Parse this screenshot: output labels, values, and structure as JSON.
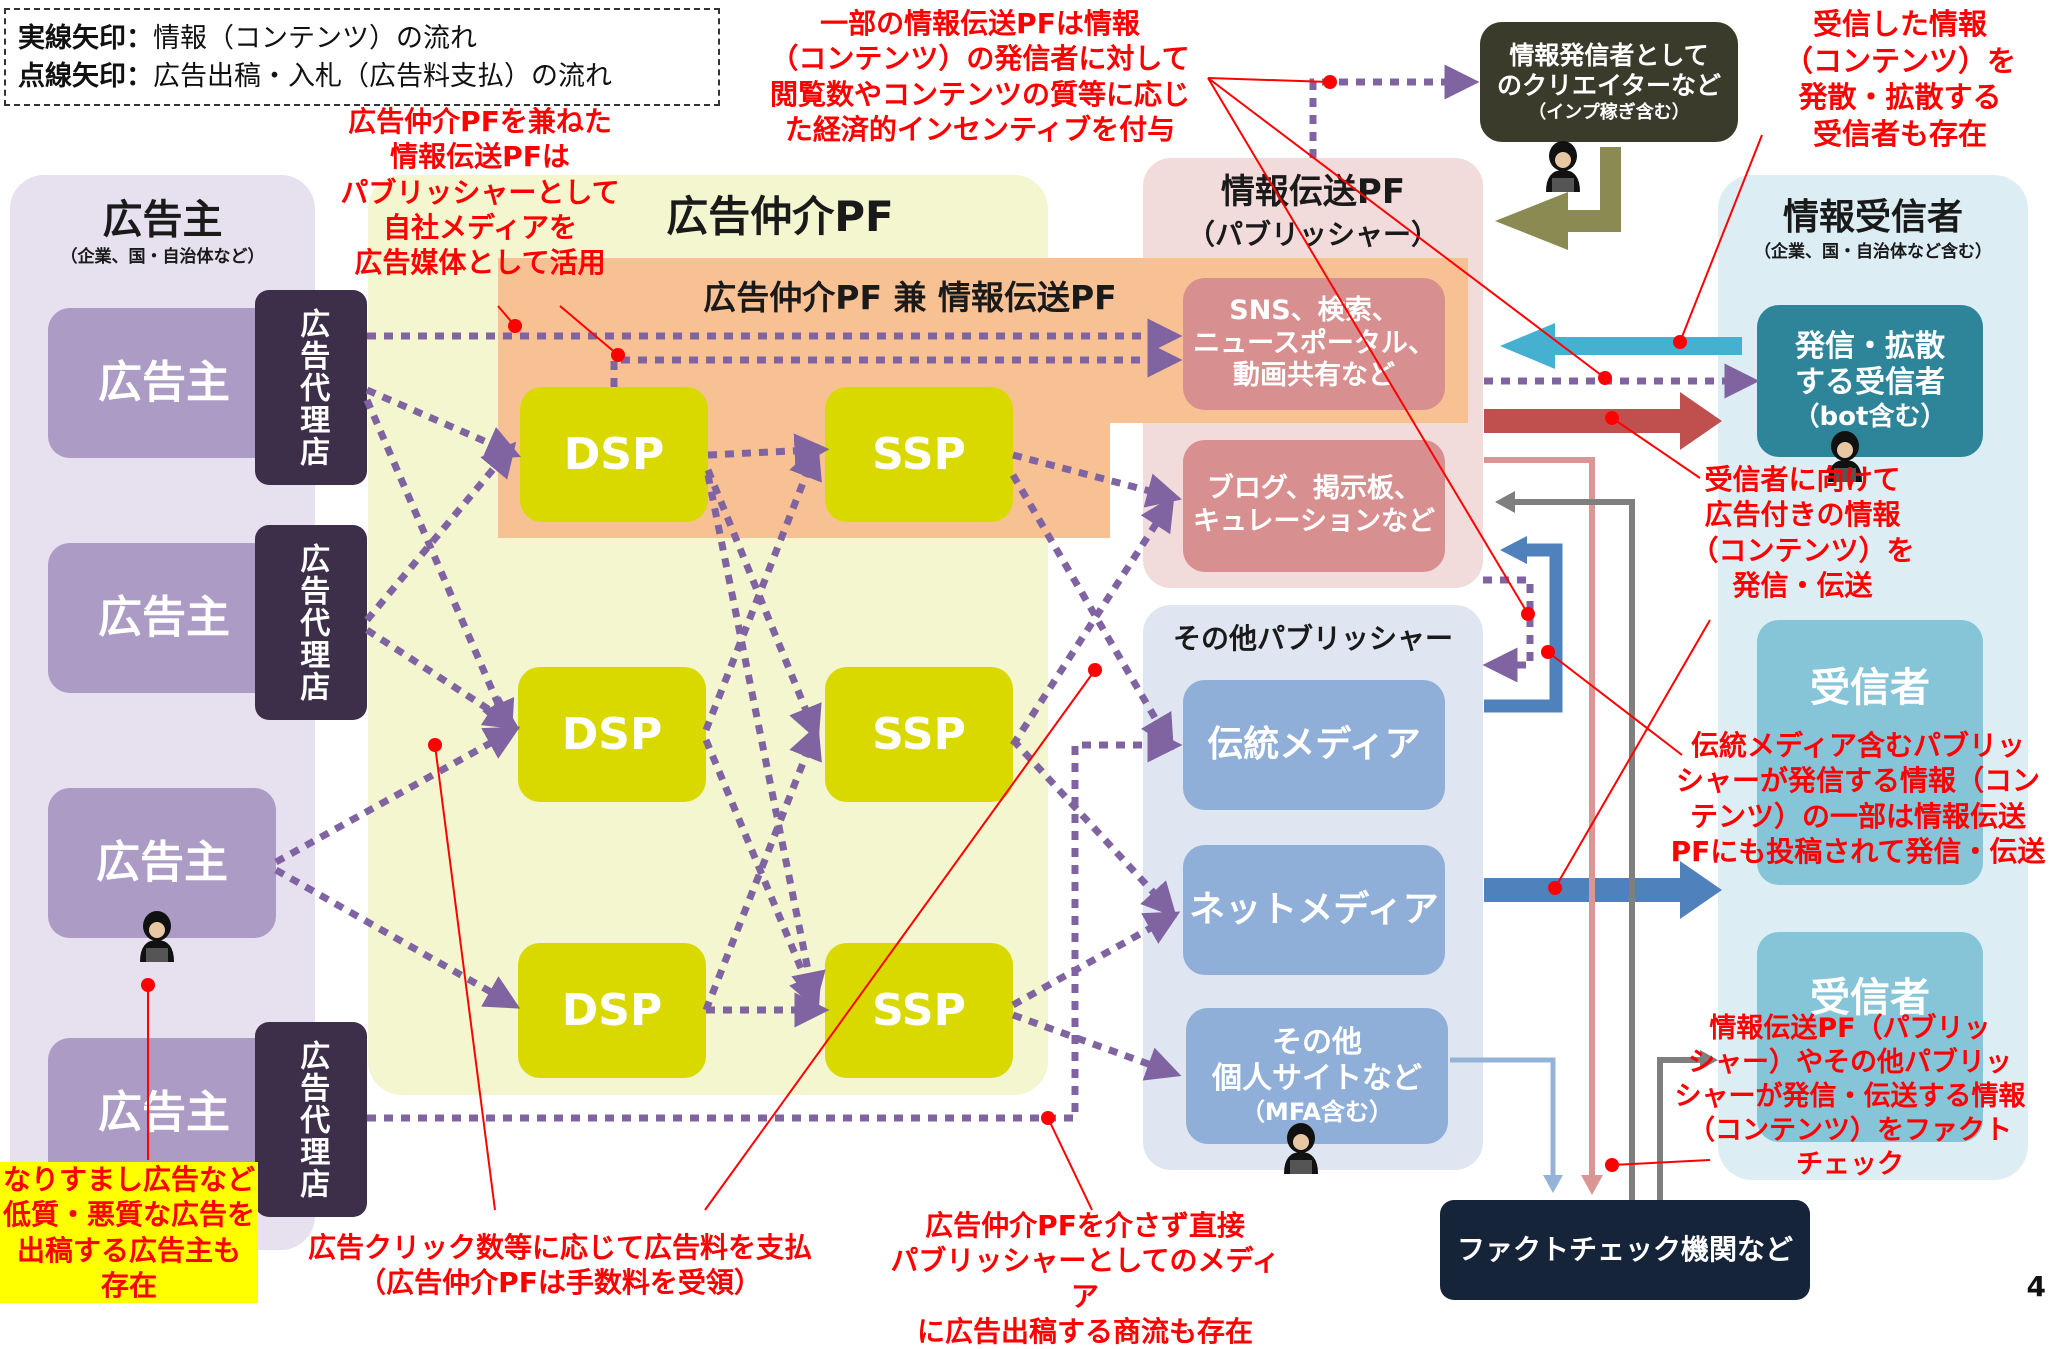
{
  "legend": {
    "solid_key": "実線矢印：",
    "solid_text": "情報（コンテンツ）の流れ",
    "dotted_key": "点線矢印：",
    "dotted_text": "広告出稿・入札（広告料支払）の流れ"
  },
  "advertisers": {
    "title": "広告主",
    "subtitle": "（企業、国・自治体など）",
    "box1": "広告主",
    "box2": "広告主",
    "box3": "広告主",
    "box4": "広告主",
    "agency1": "広告代理店",
    "agency2": "広告代理店",
    "agency3": "広告代理店"
  },
  "intermediary": {
    "title": "広告仲介PF",
    "band_title": "広告仲介PF 兼 情報伝送PF",
    "dsp1": "DSP",
    "dsp2": "DSP",
    "dsp3": "DSP",
    "ssp1": "SSP",
    "ssp2": "SSP",
    "ssp3": "SSP"
  },
  "publisher_pf": {
    "title": "情報伝送PF",
    "subtitle": "（パブリッシャー）",
    "sns": "SNS、検索、\nニュースポータル、\n動画共有など",
    "blog": "ブログ、掲示板、\nキュレーションなど"
  },
  "other_publishers": {
    "title": "その他パブリッシャー",
    "traditional": "伝統メディア",
    "net": "ネットメディア",
    "other_main": "その他\n個人サイトなど",
    "other_sub": "（MFA含む）"
  },
  "creator": {
    "main": "情報発信者として\nのクリエイターなど",
    "sub": "（インプ稼ぎ含む）"
  },
  "receivers": {
    "title": "情報受信者",
    "subtitle": "（企業、国・自治体など含む）",
    "spreader_main": "発信・拡散\nする受信者",
    "spreader_sub": "（bot含む）",
    "receiver1": "受信者",
    "receiver2": "受信者"
  },
  "factcheck": "ファクトチェック機関など",
  "page_number": "4",
  "notes": {
    "own_media": "広告仲介PFを兼ねた\n情報伝送PFは\nパブリッシャーとして\n自社メディアを\n広告媒体として活用",
    "incentive": "一部の情報伝送PFは情報\n（コンテンツ）の発信者に対して\n閲覧数やコンテンツの質等に応じ\nた経済的インセンティブを付与",
    "spread": "受信した情報\n（コンテンツ）を\n発散・拡散する\n受信者も存在",
    "to_receivers": "受信者に向けて\n広告付きの情報\n（コンテンツ）を\n発信・伝送",
    "traditional_post": "伝統メディア含むパブリッ\nシャーが発信する情報（コン\nテンツ）の一部は情報伝送\nPFにも投稿されて発信・伝送",
    "factcheck_note": "情報伝送PF（パブリッ\nシャー）やその他パブリッ\nシャーが発信・伝送する情報\n（コンテンツ）をファクト\nチェック",
    "impersonation": "なりすまし広告など\n低質・悪質な広告を\n出稿する広告主も\n存在",
    "click_fee": "広告クリック数等に応じて広告料を支払\n（広告仲介PFは手数料を受領）",
    "direct": "広告仲介PFを介さず直接\nパブリッシャーとしてのメディア\nに広告出稿する商流も存在"
  },
  "colors": {
    "advertiser_zone": "#e6e0ef",
    "advertiser_box": "#ac9bc5",
    "agency": "#3d2f4a",
    "intermediary_zone": "#f3f6cf",
    "band": "#f7c194",
    "ssp_dsp": "#d9d900",
    "publisher_pf_zone": "#f2dbdb",
    "publisher_pf_box": "#d88f8f",
    "other_pub_zone": "#dfe6f2",
    "other_pub_box": "#8faed8",
    "receiver_zone": "#dceef4",
    "spreader": "#2e859a",
    "receiver": "#86c5d8",
    "dotted_arrow": "#8064a2",
    "annotation": "#ff0000"
  }
}
